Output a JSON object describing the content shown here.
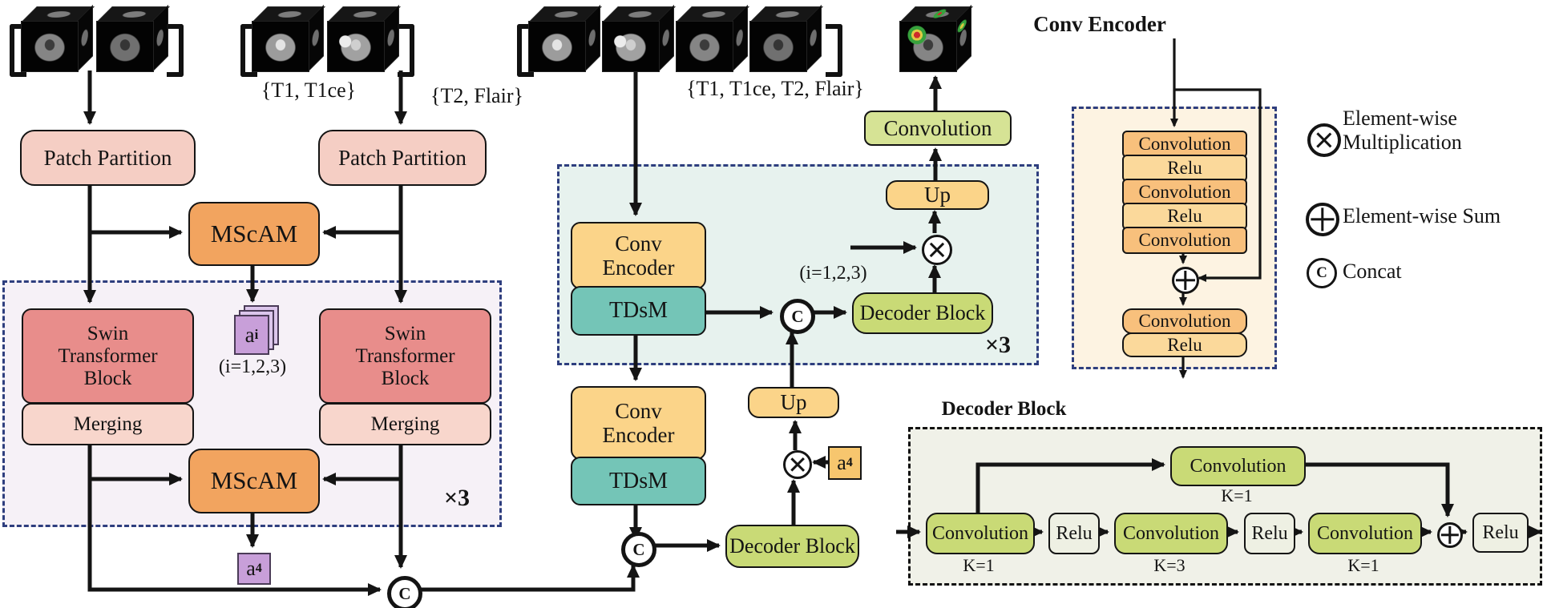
{
  "inputs": {
    "pair1": "{T1, T1ce}",
    "pair2": "{T2, Flair}",
    "all": "{T1, T1ce, T2, Flair}"
  },
  "blocks": {
    "patch_partition": "Patch Partition",
    "mscam": "MScAM",
    "swin_l1": "Swin",
    "swin_l2": "Transformer",
    "swin_l3": "Block",
    "merging": "Merging",
    "conv_l1": "Conv",
    "conv_l2": "Encoder",
    "tdsm": "TDsM",
    "decoder_block": "Decoder Block",
    "up": "Up",
    "convolution": "Convolution"
  },
  "attn": {
    "base": "a",
    "sub_i": "i",
    "sub_4": "4",
    "note": "(i=1,2,3)"
  },
  "misc": {
    "times3": "×3",
    "concat_symbol": "C"
  },
  "conv_detail": {
    "title": "Conv Encoder",
    "stack": [
      "Convolution",
      "Relu",
      "Convolution",
      "Relu",
      "Convolution"
    ],
    "tail": [
      "Convolution",
      "Relu"
    ]
  },
  "dec_detail": {
    "title": "Decoder Block",
    "top_label": "Convolution",
    "top_k": "K=1",
    "row": [
      "Convolution",
      "Relu",
      "Convolution",
      "Relu",
      "Convolution",
      "Relu"
    ],
    "k_labels": [
      "K=1",
      "K=3",
      "K=1"
    ]
  },
  "legend": {
    "mult_line1": "Element-wise",
    "mult_line2": "Multiplication",
    "sum": "Element-wise Sum",
    "concat": "Concat"
  },
  "colors": {
    "salmon": "#f5cec4",
    "merging_pink": "#f8d6cc",
    "orange": "#f2a45f",
    "swin_red": "#e88d8b",
    "purple": "#c89fd9",
    "purple_ghost": "#dcc6ec",
    "yellow": "#fbd489",
    "teal": "#74c5b7",
    "green": "#c9da76",
    "green_light": "#d6e395",
    "stack_orange": "#f8c07c",
    "stack_yellow": "#fbd99b",
    "relu_pale": "#eef0e3",
    "a4_yellow": "#f7c66e",
    "bg_purple": "#f6f1f7",
    "bg_teal": "#e7f2ee",
    "bg_cream": "#fdf3e2",
    "bg_gray": "#f0f1e8",
    "navy": "#2e3e7e",
    "ink": "#141414"
  }
}
